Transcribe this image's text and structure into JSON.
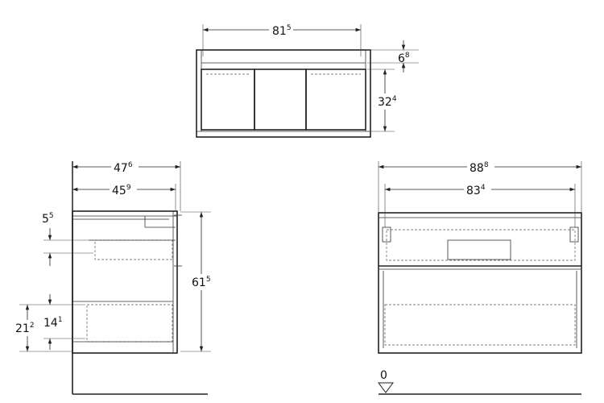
{
  "dimensions": {
    "top_width": {
      "main": "81",
      "sup": "5"
    },
    "top_depth": {
      "main": "6",
      "sup": "8"
    },
    "top_height": {
      "main": "32",
      "sup": "4"
    },
    "side_outer": {
      "main": "47",
      "sup": "6"
    },
    "side_inner": {
      "main": "45",
      "sup": "9"
    },
    "side_gap": {
      "main": "5",
      "sup": "5"
    },
    "side_height": {
      "main": "61",
      "sup": "5"
    },
    "side_low": {
      "main": "21",
      "sup": "2"
    },
    "side_drawer": {
      "main": "14",
      "sup": "1"
    },
    "front_outer": {
      "main": "88",
      "sup": "8"
    },
    "front_inner": {
      "main": "83",
      "sup": "4"
    }
  },
  "floor_marker": "0"
}
